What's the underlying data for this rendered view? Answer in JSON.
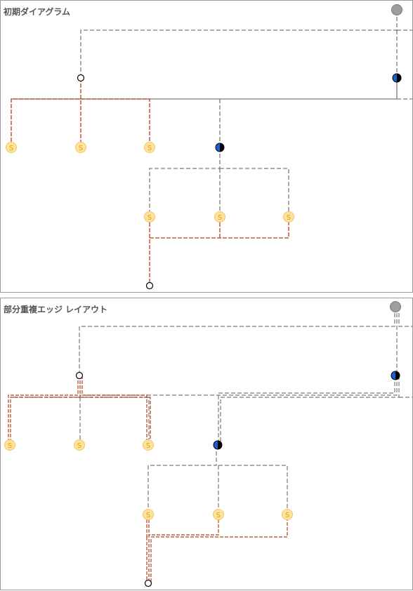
{
  "panels": [
    {
      "title": "初期ダイアグラム"
    },
    {
      "title": "部分重複エッジ レイアウト"
    }
  ],
  "node_label": "S",
  "colors": {
    "gray_edge": "#7a7a7a",
    "red_edge": "#b5401e",
    "node_fill": "#ffe39a",
    "node_stroke": "#f2c46a",
    "node_text": "#e0a020",
    "blue": "#1a5fd6",
    "gray_node": "#9e9e9e"
  }
}
